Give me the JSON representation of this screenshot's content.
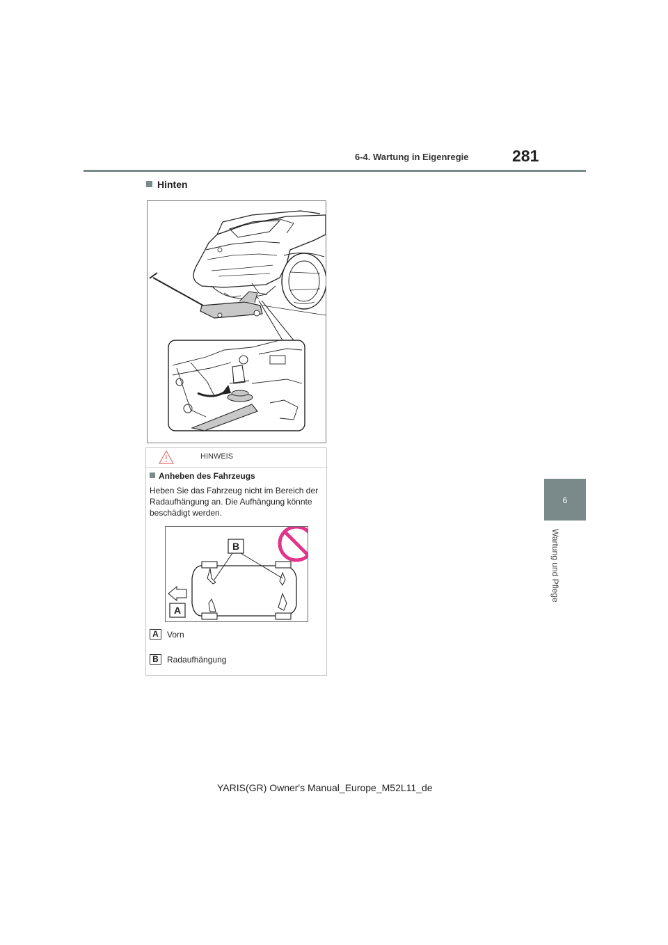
{
  "header": {
    "section": "6-4. Wartung in Eigenregie",
    "page_number": "281"
  },
  "chapter_tab": {
    "number": "6",
    "title": "Wartung und Pflege"
  },
  "section_heading": "Hinten",
  "notice": {
    "title": "HINWEIS",
    "subheading": "Anheben des Fahrzeugs",
    "body": "Heben Sie das Fahrzeug nicht im Bereich der Radaufhängung an. Die Aufhängung könnte beschädigt werden.",
    "figure_labels": {
      "a": "A",
      "b": "B"
    },
    "legend": [
      {
        "key": "A",
        "label": "Vorn"
      },
      {
        "key": "B",
        "label": "Radaufhängung"
      }
    ]
  },
  "footer": "YARIS(GR) Owner's Manual_Europe_M52L11_de",
  "colors": {
    "accent": "#7a8a8a",
    "prohibit": "#e0358a",
    "jack_fill": "#c8c8c8"
  }
}
